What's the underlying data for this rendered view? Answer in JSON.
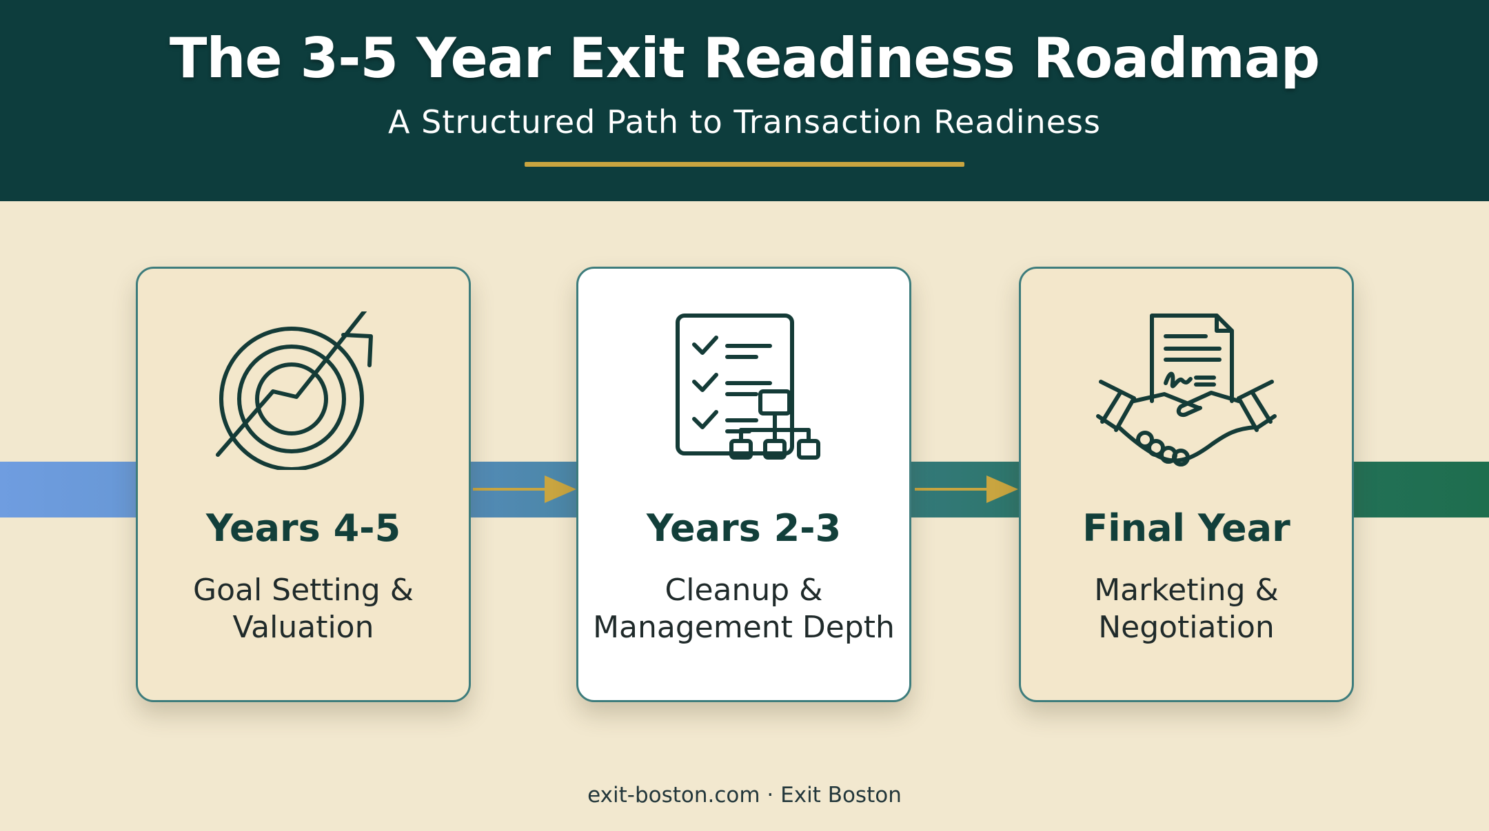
{
  "header": {
    "title": "The 3-5 Year Exit Readiness Roadmap",
    "subtitle": "A Structured Path to Transaction Readiness"
  },
  "colors": {
    "header_bg": "#0d3d3d",
    "accent_gold": "#c9a540",
    "page_bg": "#f2e8cf",
    "card_border": "#3d7c7c",
    "text_dark": "#123f3a"
  },
  "stages": [
    {
      "title": "Years 4-5",
      "desc_line1": "Goal Setting &",
      "desc_line2": "Valuation",
      "icon": "target-growth-icon"
    },
    {
      "title": "Years 2-3",
      "desc_line1": "Cleanup &",
      "desc_line2": "Management Depth",
      "icon": "checklist-org-chart-icon",
      "highlighted": true
    },
    {
      "title": "Final Year",
      "desc_line1": "Marketing &",
      "desc_line2": "Negotiation",
      "icon": "handshake-contract-icon"
    }
  ],
  "footer": {
    "text": "exit-boston.com · Exit Boston"
  }
}
